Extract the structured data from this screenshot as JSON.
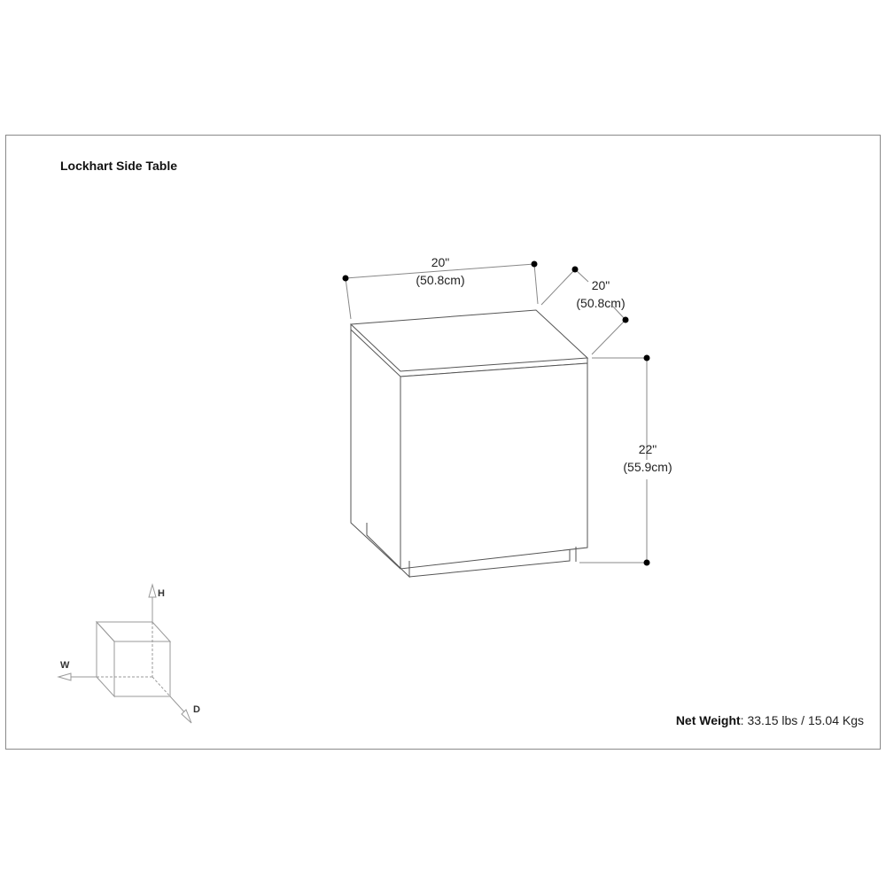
{
  "title": "Lockhart Side Table",
  "dimensions": {
    "width": {
      "imperial": "20\"",
      "metric": "(50.8cm)"
    },
    "depth": {
      "imperial": "20\"",
      "metric": "(50.8cm)"
    },
    "height": {
      "imperial": "22\"",
      "metric": "(55.9cm)"
    }
  },
  "axes": {
    "h": "H",
    "w": "W",
    "d": "D"
  },
  "net_weight": {
    "label": "Net Weight",
    "value": ": 33.15 lbs / 15.04 Kgs"
  }
}
